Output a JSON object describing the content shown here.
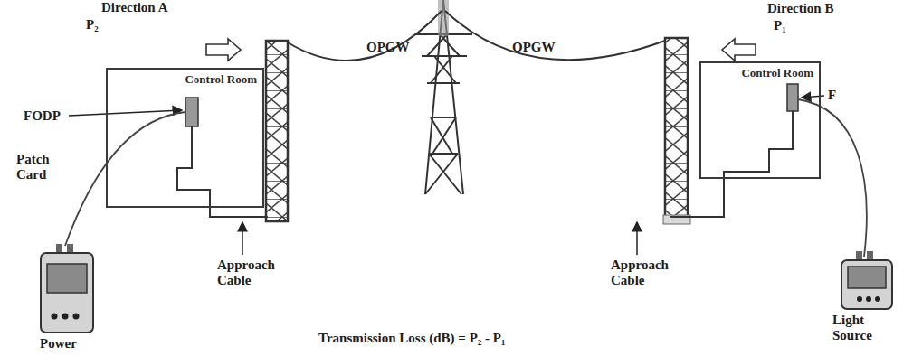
{
  "diagram": {
    "nodes": [
      {
        "text": [
          "Control Room"
        ]
      },
      {
        "text": [
          "Control Room"
        ]
      }
    ],
    "labels": [
      "Direction A",
      "P₂",
      "OPGW",
      "OPGW",
      "Direction B",
      "P₁",
      "FODP",
      "F",
      "Patch Card",
      "Approach Cable",
      "Approach Cable",
      "Transmission Loss (dB) = P₂ - P₁",
      "Power",
      "Light Source"
    ]
  }
}
